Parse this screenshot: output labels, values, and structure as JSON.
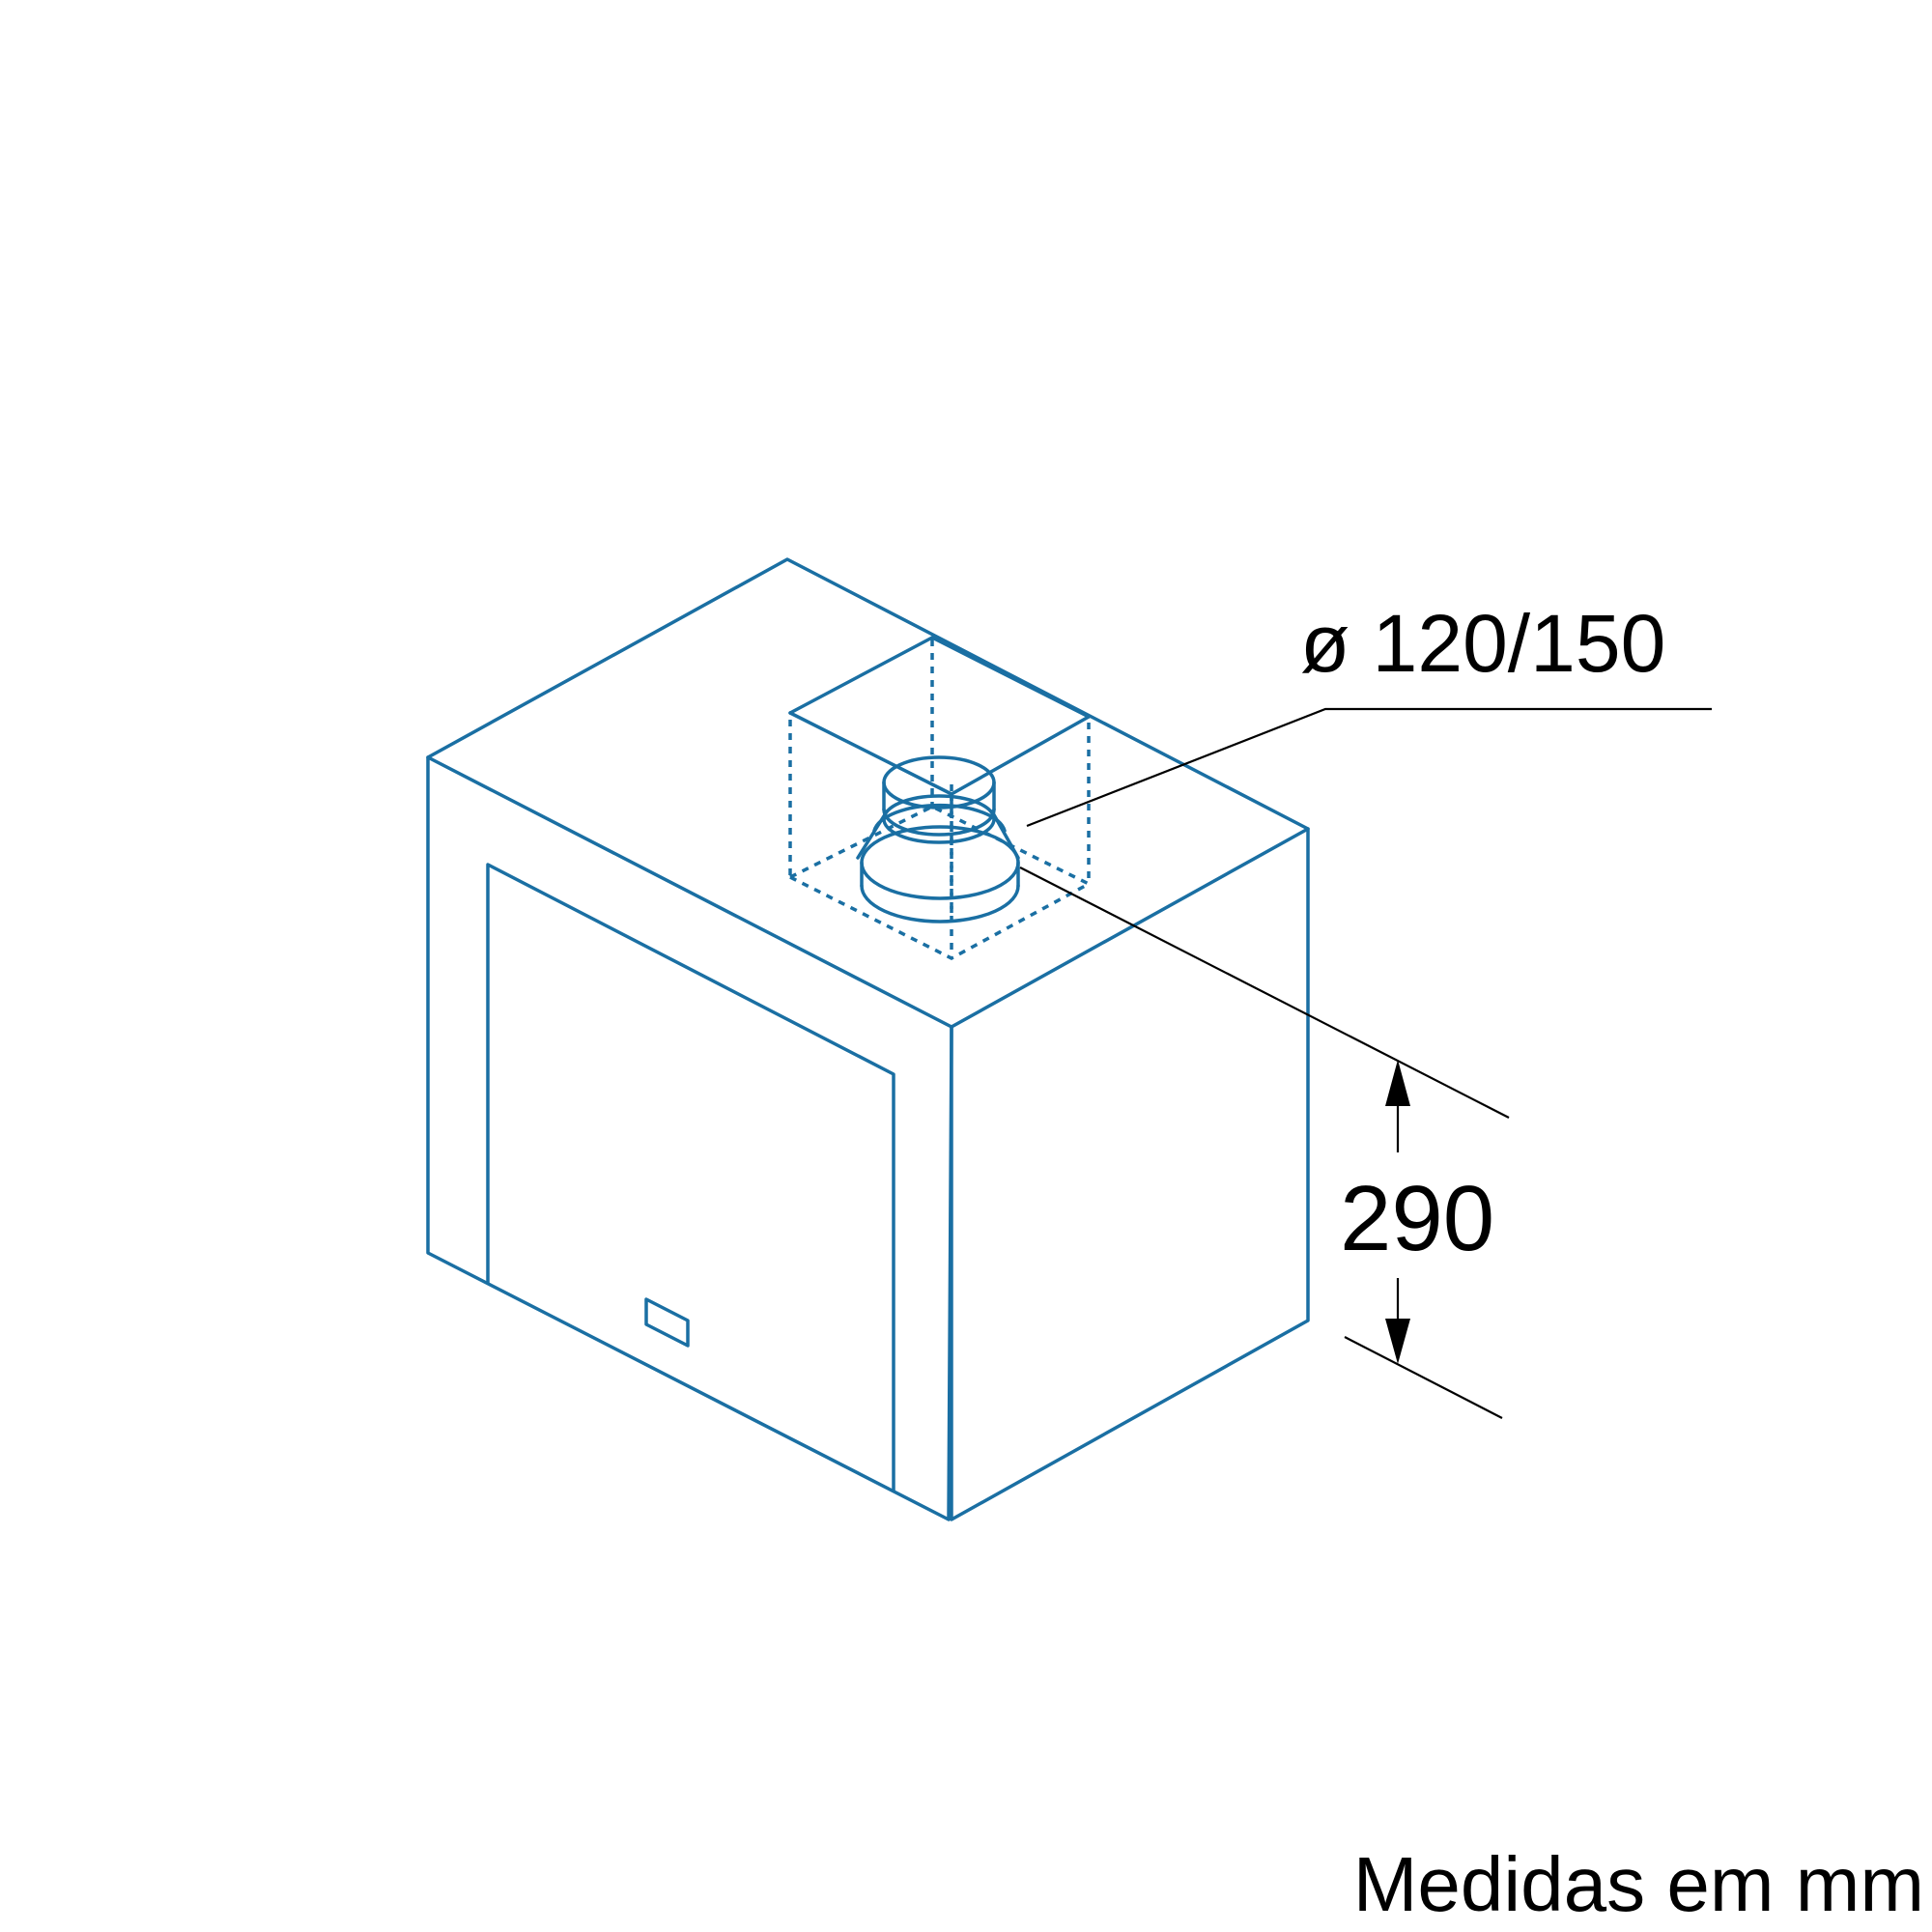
{
  "diagram": {
    "diameter_label": "ø 120/150",
    "height_label": "290",
    "units_note": "Medidas em mm"
  },
  "style": {
    "line_color": "#1a6fa3",
    "dimension_color": "#000000",
    "background": "#ffffff"
  }
}
